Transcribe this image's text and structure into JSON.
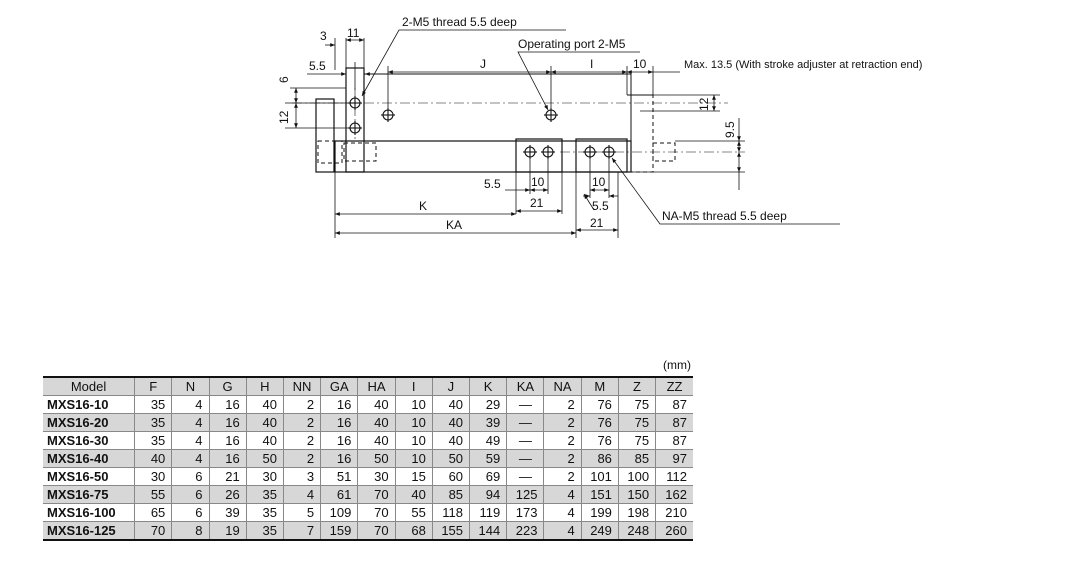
{
  "drawing": {
    "labels": {
      "thread_top": "2-M5 thread 5.5 deep",
      "operating_port": "Operating port 2-M5",
      "max_note": "Max. 13.5 (With stroke adjuster at retraction end)",
      "thread_bottom": "NA-M5 thread 5.5 deep",
      "d3": "3",
      "d11": "11",
      "d55a": "5.5",
      "d6": "6",
      "d12a": "12",
      "J": "J",
      "I": "I",
      "d10a": "10",
      "d12b": "12",
      "d95": "9.5",
      "d55b": "5.5",
      "d10b": "10",
      "d10c": "10",
      "d21a": "21",
      "d55c": "5.5",
      "K": "K",
      "KA": "KA",
      "d21b": "21"
    }
  },
  "table": {
    "unit": "(mm)",
    "columns": [
      "Model",
      "F",
      "N",
      "G",
      "H",
      "NN",
      "GA",
      "HA",
      "I",
      "J",
      "K",
      "KA",
      "NA",
      "M",
      "Z",
      "ZZ"
    ],
    "rows": [
      [
        "MXS16-10",
        "35",
        "4",
        "16",
        "40",
        "2",
        "16",
        "40",
        "10",
        "40",
        "29",
        "—",
        "2",
        "76",
        "75",
        "87"
      ],
      [
        "MXS16-20",
        "35",
        "4",
        "16",
        "40",
        "2",
        "16",
        "40",
        "10",
        "40",
        "39",
        "—",
        "2",
        "76",
        "75",
        "87"
      ],
      [
        "MXS16-30",
        "35",
        "4",
        "16",
        "40",
        "2",
        "16",
        "40",
        "10",
        "40",
        "49",
        "—",
        "2",
        "76",
        "75",
        "87"
      ],
      [
        "MXS16-40",
        "40",
        "4",
        "16",
        "50",
        "2",
        "16",
        "50",
        "10",
        "50",
        "59",
        "—",
        "2",
        "86",
        "85",
        "97"
      ],
      [
        "MXS16-50",
        "30",
        "6",
        "21",
        "30",
        "3",
        "51",
        "30",
        "15",
        "60",
        "69",
        "—",
        "2",
        "101",
        "100",
        "112"
      ],
      [
        "MXS16-75",
        "55",
        "6",
        "26",
        "35",
        "4",
        "61",
        "70",
        "40",
        "85",
        "94",
        "125",
        "4",
        "151",
        "150",
        "162"
      ],
      [
        "MXS16-100",
        "65",
        "6",
        "39",
        "35",
        "5",
        "109",
        "70",
        "55",
        "118",
        "119",
        "173",
        "4",
        "199",
        "198",
        "210"
      ],
      [
        "MXS16-125",
        "70",
        "8",
        "19",
        "35",
        "7",
        "159",
        "70",
        "68",
        "155",
        "144",
        "223",
        "4",
        "249",
        "248",
        "260"
      ]
    ]
  }
}
